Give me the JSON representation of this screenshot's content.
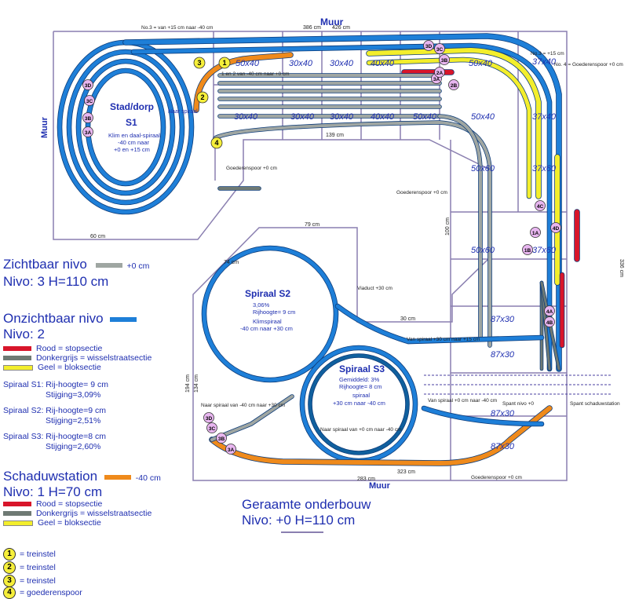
{
  "wall_label": "Muur",
  "top_dims": [
    "386 cm",
    "426 cm"
  ],
  "right_dim": "336 cm",
  "bottom_dims": [
    "323 cm",
    "283 cm"
  ],
  "left_dims": [
    "194 cm",
    "134 cm"
  ],
  "inner_dims": [
    "60 cm",
    "139 cm",
    "100 cm",
    "79 cm",
    "30 cm",
    "74 cm"
  ],
  "notes": {
    "no3_top": "No.3 = van +15 cm naar -40 cm",
    "no3_right": "No.3 = +15 cm",
    "no4_right": "No. 4 = Goederenspoor +0 cm",
    "one_two": "1 en 2 van -40 cm naar +0 cm",
    "naar": "Naar spiraal",
    "goederen_a": "Goederenspoor +0 cm",
    "goederen_b": "Goederenspoor +0 cm",
    "goederen_c": "Goederenspoor +0 cm",
    "viaduct": "Viaduct +30 cm",
    "van_spiraal_30": "Van spiraal +30 cm naar +15 cm",
    "van_spiraal_0": "Van spiraal +0 cm naar -40 cm",
    "naar_spiraal_s2": "Naar spiraal van -40 cm naar +30 cm",
    "naar_spiraal_s3": "Naar spiraal van +0 cm naar -40 cm",
    "spant_nivo": "Spant nivo +0",
    "spant_schaduw": "Spant schaduwstation"
  },
  "module_labels": [
    "50x40",
    "30x40",
    "30x40",
    "40x40",
    "50x40",
    "30x40",
    "30x40",
    "30x40",
    "40x40",
    "50x40",
    "50x40",
    "37x40",
    "37x40",
    "50x60",
    "37x60",
    "50x60",
    "37x60",
    "87x30",
    "87x30",
    "87x30",
    "87x30"
  ],
  "spirals": {
    "s1": {
      "title": "Stad/dorp",
      "name": "S1",
      "desc": [
        "Klim en daal-spiraal",
        "-40 cm naar",
        "+0 en +15 cm"
      ]
    },
    "s2": {
      "title": "Spiraal S2",
      "desc": [
        "3,06%",
        "Rijhoogte= 9 cm",
        "Klimspiraal",
        "-40 cm  naar +30 cm"
      ]
    },
    "s3": {
      "title": "Spiraal S3",
      "desc": [
        "Gemiddeld: 3%",
        "Rijhoogte= 8 cm",
        "spiraal",
        "+30 cm naar -40 cm"
      ]
    }
  },
  "markers": [
    "1",
    "2",
    "3",
    "4",
    "3D",
    "3C",
    "3B",
    "3A",
    "3D",
    "3C",
    "3B",
    "3A",
    "3D",
    "3C",
    "3B",
    "3A",
    "2A",
    "2B",
    "1A",
    "1B",
    "4A",
    "4B",
    "4C",
    "4D"
  ],
  "legend": {
    "zichtbaar": {
      "title": "Zichtbaar nivo",
      "value": "+0 cm",
      "sub": "Nivo: 3   H=110 cm"
    },
    "onzichtbaar": {
      "title": "Onzichtbaar nivo",
      "sub": "Nivo: 2",
      "items": [
        {
          "color": "#d8152a",
          "label": "Rood = stopsectie"
        },
        {
          "color": "#6f7a74",
          "label": "Donkergrijs = wisselstraatsectie"
        },
        {
          "color": "#f3ee2c",
          "label": "Geel = bloksectie"
        }
      ]
    },
    "spiral_info": [
      {
        "line1": "Spiraal S1: Rij-hoogte= 9 cm",
        "line2": "Stijging=3,09%"
      },
      {
        "line1": "Spiraal S2: Rij-hoogte=9 cm",
        "line2": "Stijging=2,51%"
      },
      {
        "line1": "Spiraal S3: Rij-hoogte=8 cm",
        "line2": "Stijging=2,60%"
      }
    ],
    "schaduw": {
      "title": "Schaduwstation",
      "value": "-40 cm",
      "sub": "Nivo: 1   H=70 cm",
      "items": [
        {
          "color": "#d8152a",
          "label": "Rood = stopsectie"
        },
        {
          "color": "#6f7a74",
          "label": "Donkergrijs = wisselstraatsectie"
        },
        {
          "color": "#f3ee2c",
          "label": "Geel = bloksectie"
        }
      ]
    },
    "geraamte": {
      "title": "Geraamte onderbouw",
      "sub": "Nivo: +0    H=110 cm"
    },
    "treinen": [
      {
        "num": "1",
        "label": "= treinstel"
      },
      {
        "num": "2",
        "label": "= treinstel"
      },
      {
        "num": "3",
        "label": "= treinstel"
      },
      {
        "num": "4",
        "label": "= goederenspoor"
      }
    ]
  },
  "colors": {
    "visible": "#9fa6a2",
    "hidden": "#1e7fd8",
    "shadow": "#ef8a1b",
    "stop": "#d8152a",
    "switch": "#6f7a74",
    "block": "#f3ee2c",
    "frame": "#8a7fb0",
    "text": "#1f2fb0"
  }
}
